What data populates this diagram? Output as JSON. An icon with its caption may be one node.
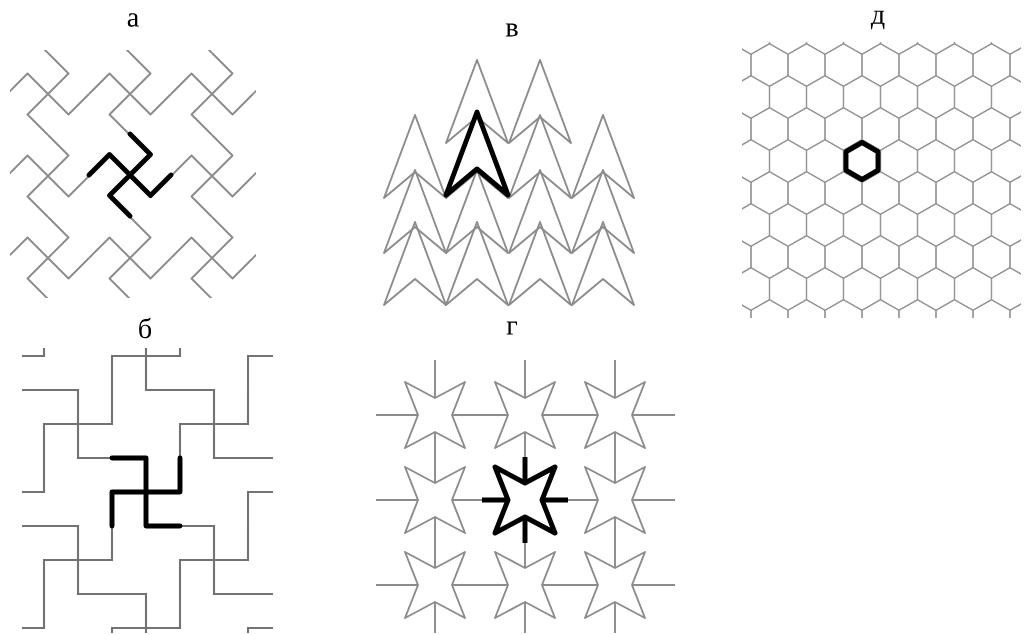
{
  "diagram": {
    "labels": [
      "а",
      "в",
      "д",
      "б",
      "г"
    ]
  }
}
